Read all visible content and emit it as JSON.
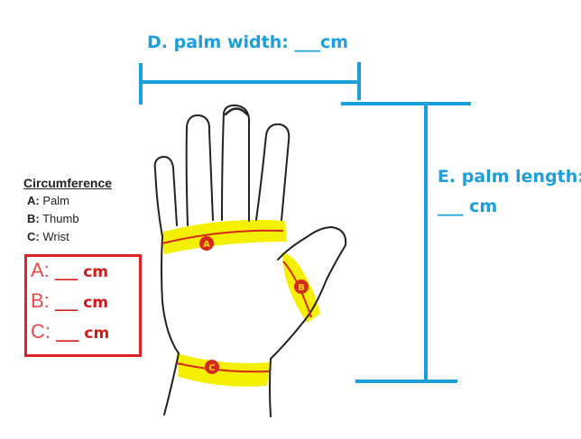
{
  "measurements": {
    "palm_width_label": "D. palm width: ___cm",
    "palm_length_line1": "E. palm length:",
    "palm_length_line2": "___ cm"
  },
  "legend": {
    "title": "Circumference",
    "items": [
      {
        "key": "A:",
        "value": " Palm"
      },
      {
        "key": "B:",
        "value": " Thumb"
      },
      {
        "key": "C:",
        "value": " Wrist"
      }
    ]
  },
  "answers": [
    {
      "letter": "A:",
      "blank": "___ cm"
    },
    {
      "letter": "B:",
      "blank": "___ cm"
    },
    {
      "letter": "C:",
      "blank": "___ cm"
    }
  ],
  "markers": [
    "A",
    "B",
    "C"
  ],
  "colors": {
    "measure_blue": "#1a9fdb",
    "highlight_yellow": "#f5f000",
    "marker_red": "#d42a1a",
    "box_red": "#e02020"
  }
}
